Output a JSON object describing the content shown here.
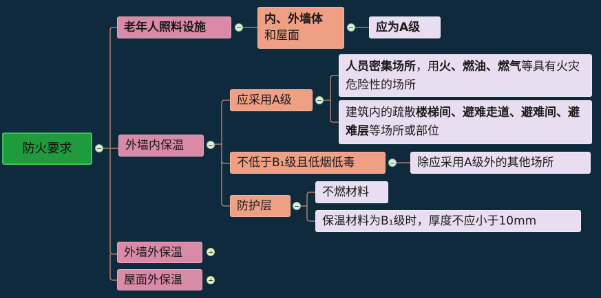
{
  "root": {
    "label": "防火要求"
  },
  "branches": {
    "elderly": {
      "label": "老年人照料设施"
    },
    "elderly_wall": {
      "label_line1": "内、外墙体",
      "label_line2": "和屋面"
    },
    "elderly_req": {
      "label": "应为A级"
    },
    "inner": {
      "label": "外墙内保温"
    },
    "a_grade": {
      "label": "应采用A级"
    },
    "a_grade_leaf1": {
      "p1": "人员密集场所",
      "p2": "，用",
      "p3": "火、燃油、燃气",
      "p4": "等具有火灾危险性的场所"
    },
    "a_grade_leaf2": {
      "p1": "建筑内的疏散",
      "p2": "楼梯间、避难走道、避难间、避难层",
      "p3": "等场所或部位"
    },
    "b1": {
      "label": "不低于B₁级且低烟低毒"
    },
    "b1_leaf": {
      "label": "除应采用A级外的其他场所"
    },
    "protect": {
      "label": "防护层"
    },
    "protect_leaf1": {
      "label": "不燃材料"
    },
    "protect_leaf2": {
      "label": "保温材料为B₁级时，厚度不应小于10mm"
    },
    "outer": {
      "label": "外墙外保温"
    },
    "roof": {
      "label": "屋面外保温"
    }
  },
  "colors": {
    "background": "#0f2a3c",
    "root": "#1f9a3c",
    "level1": "#d98aa6",
    "level2": "#ee9f84",
    "leaf": "#e9def1",
    "connector": "#c98a7a"
  }
}
